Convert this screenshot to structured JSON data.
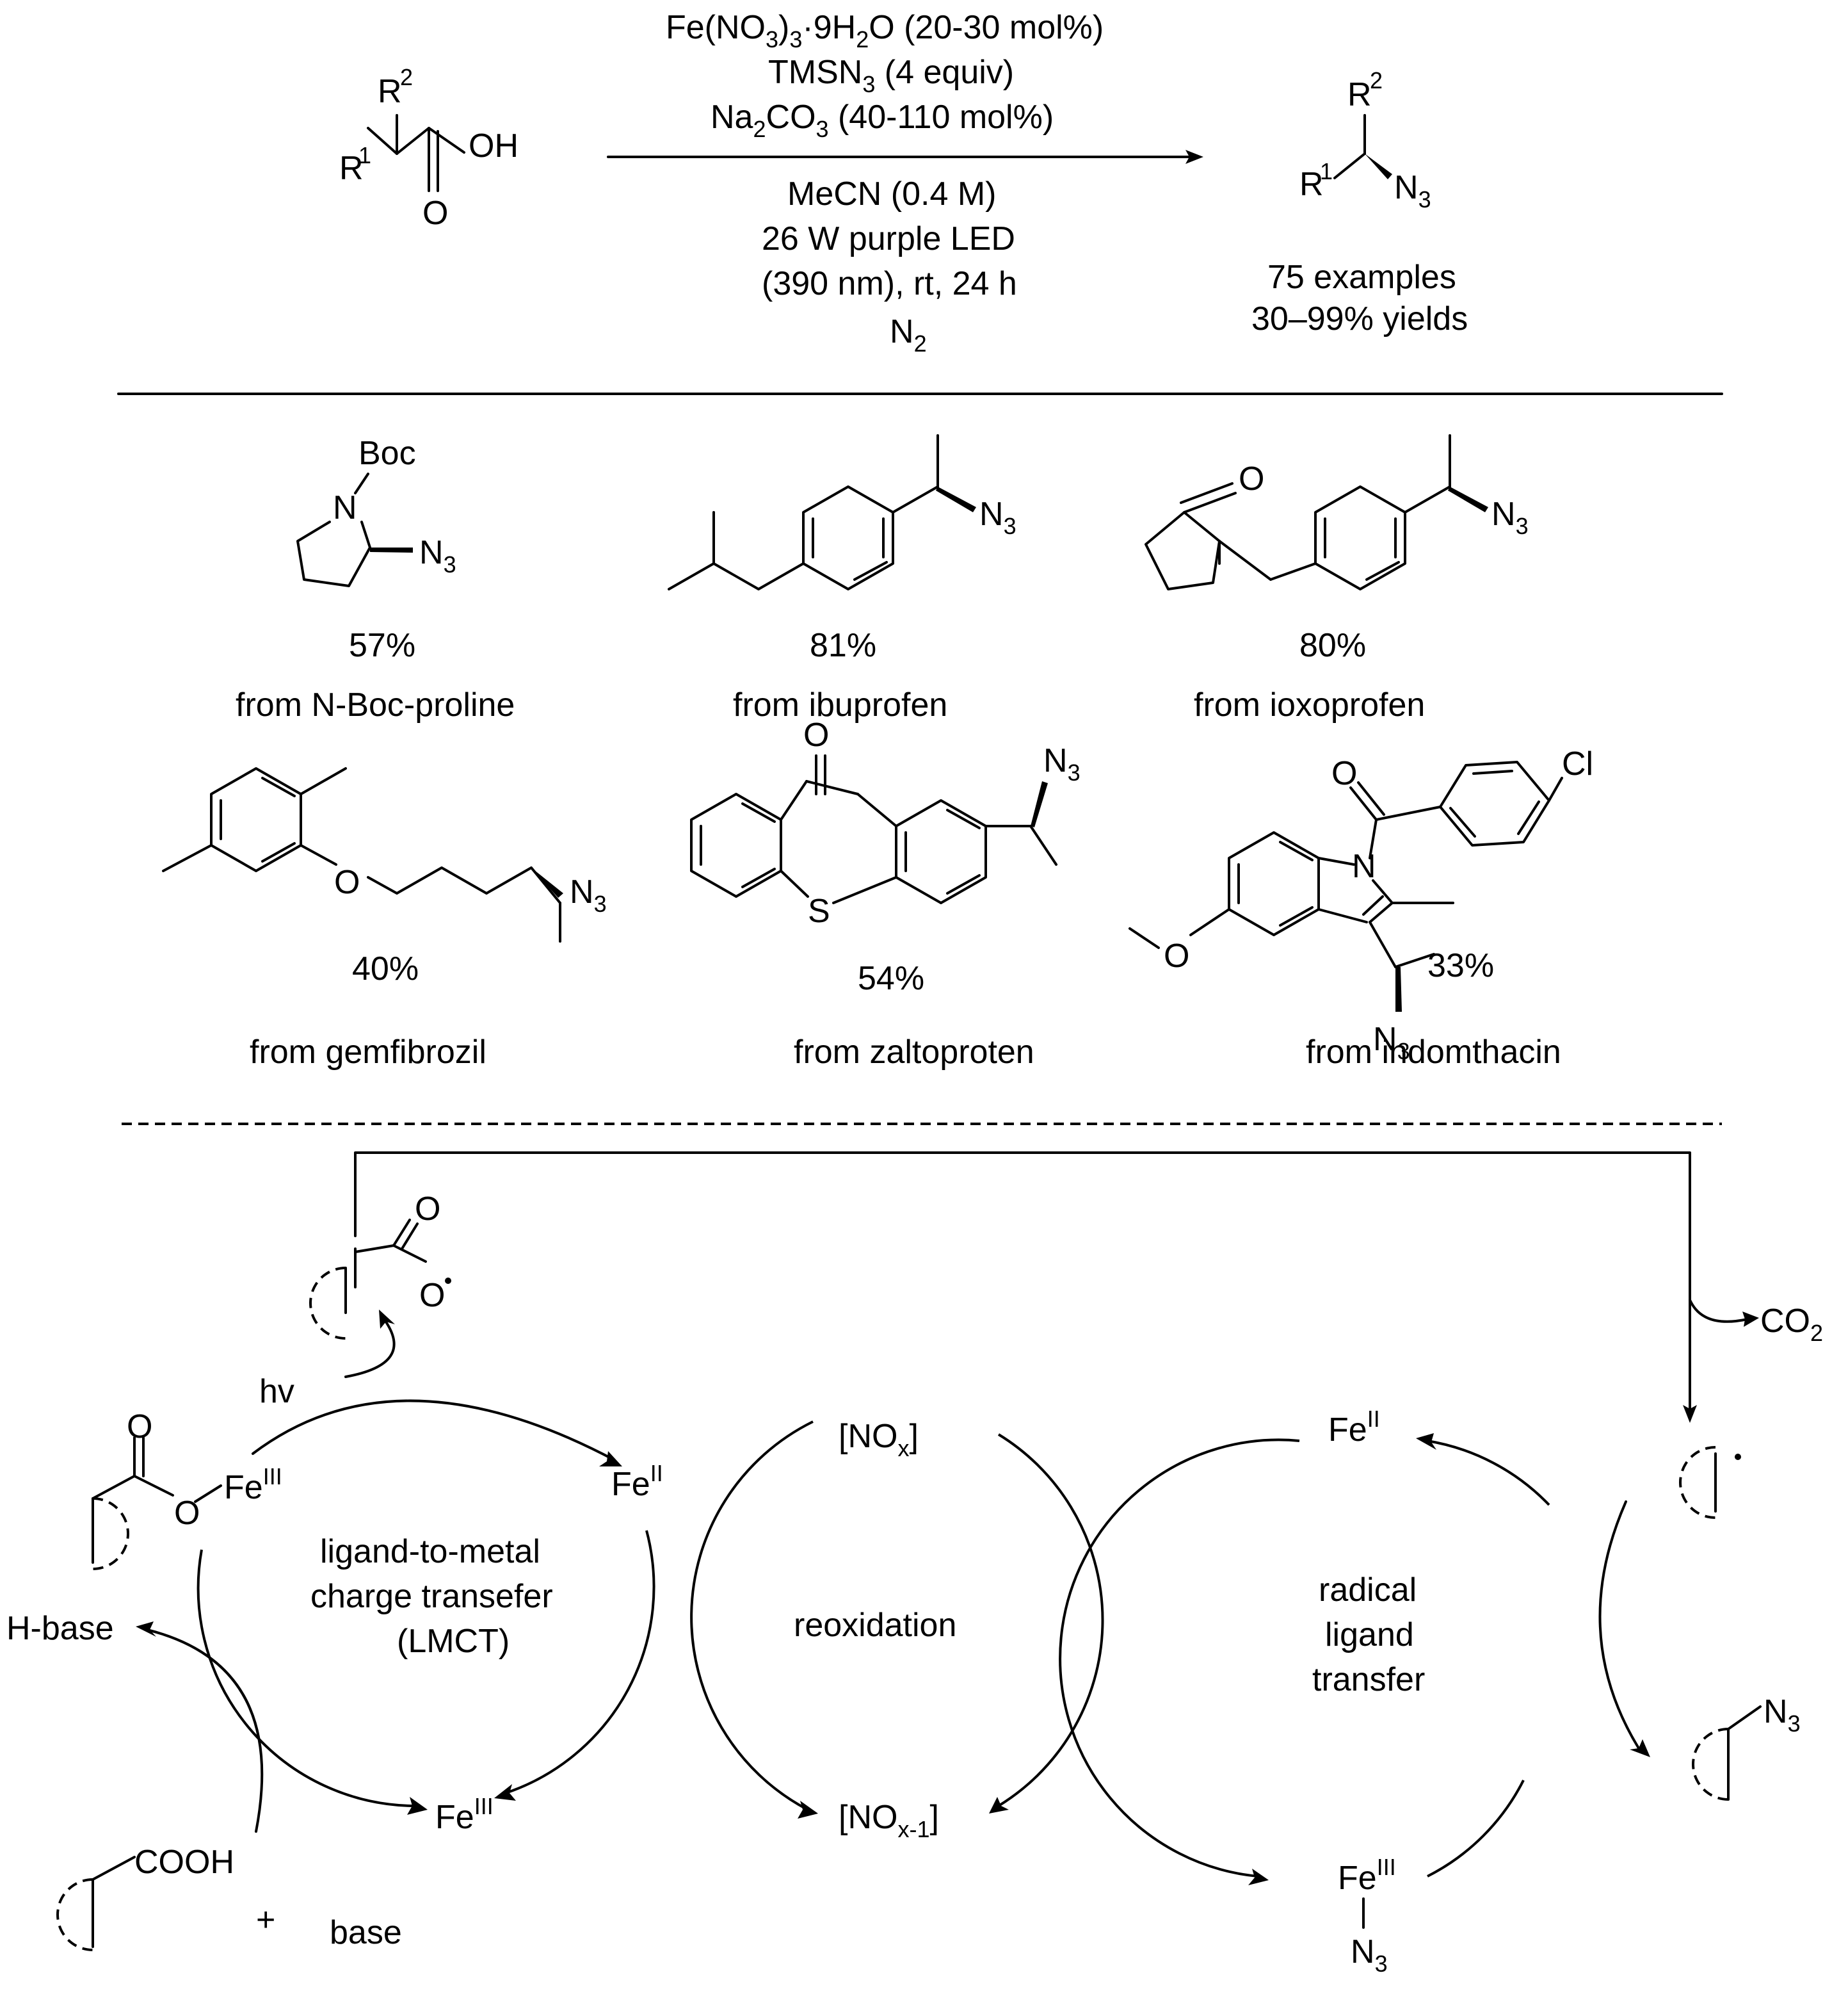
{
  "scheme": {
    "reactant": {
      "r1": "R",
      "r1_sup": "1",
      "r2": "R",
      "r2_sup": "2",
      "oh": "OH",
      "o": "O"
    },
    "conditions": {
      "line1_a": "Fe(NO",
      "line1_sub": "3",
      "line1_b": ")",
      "line1_sub2": "3",
      "line1_c": "·9H",
      "line1_sub3": "2",
      "line1_d": "O (20-30 mol%)",
      "line2_a": "TMSN",
      "line2_sub": "3",
      "line2_b": " (4 equiv)",
      "line3_a": "Na",
      "line3_sub": "2",
      "line3_b": "CO",
      "line3_sub2": "3",
      "line3_c": " (40-110 mol%)",
      "line4": "MeCN (0.4 M)",
      "line5": "26 W purple LED",
      "line6": "(390 nm), rt, 24 h",
      "line7_a": "N",
      "line7_sub": "2"
    },
    "product": {
      "r1": "R",
      "r1_sup": "1",
      "r2": "R",
      "r2_sup": "2",
      "n3": "N",
      "n3_sub": "3",
      "examples": "75 examples",
      "yields": "30–99% yields"
    }
  },
  "examples": [
    {
      "yield": "57%",
      "source": "from N-Boc-proline",
      "label_boc": "Boc",
      "label_n": "N"
    },
    {
      "yield": "81%",
      "source": "from ibuprofen"
    },
    {
      "yield": "80%",
      "source": "from ioxoprofen",
      "label_o": "O"
    },
    {
      "yield": "40%",
      "source": "from gemfibrozil",
      "label_o": "O"
    },
    {
      "yield": "54%",
      "source": "from zaltoproten",
      "label_o": "O",
      "label_s": "S"
    },
    {
      "yield": "33%",
      "source": "from indomthacin",
      "label_o": "O",
      "label_n": "N",
      "label_cl": "Cl"
    }
  ],
  "azide": {
    "n": "N",
    "sub": "3"
  },
  "mechanism": {
    "hv": "hv",
    "fe3_label": "Fe",
    "fe3_sup": "III",
    "fe2_label": "Fe",
    "fe2_sup": "II",
    "lmct": [
      "ligand-to-metal",
      "charge transefer",
      "(LMCT)"
    ],
    "reox": "reoxidation",
    "rlt": [
      "radical",
      "ligand",
      "transfer"
    ],
    "nox": "NO",
    "nox_sub": "x",
    "nox1": "NO",
    "nox1_sub": "x-1",
    "co2": "CO",
    "co2_sub": "2",
    "hbase": "H-base",
    "cooh": "COOH",
    "plus": "+",
    "base": "base",
    "o": "O",
    "o_dot": "O"
  }
}
